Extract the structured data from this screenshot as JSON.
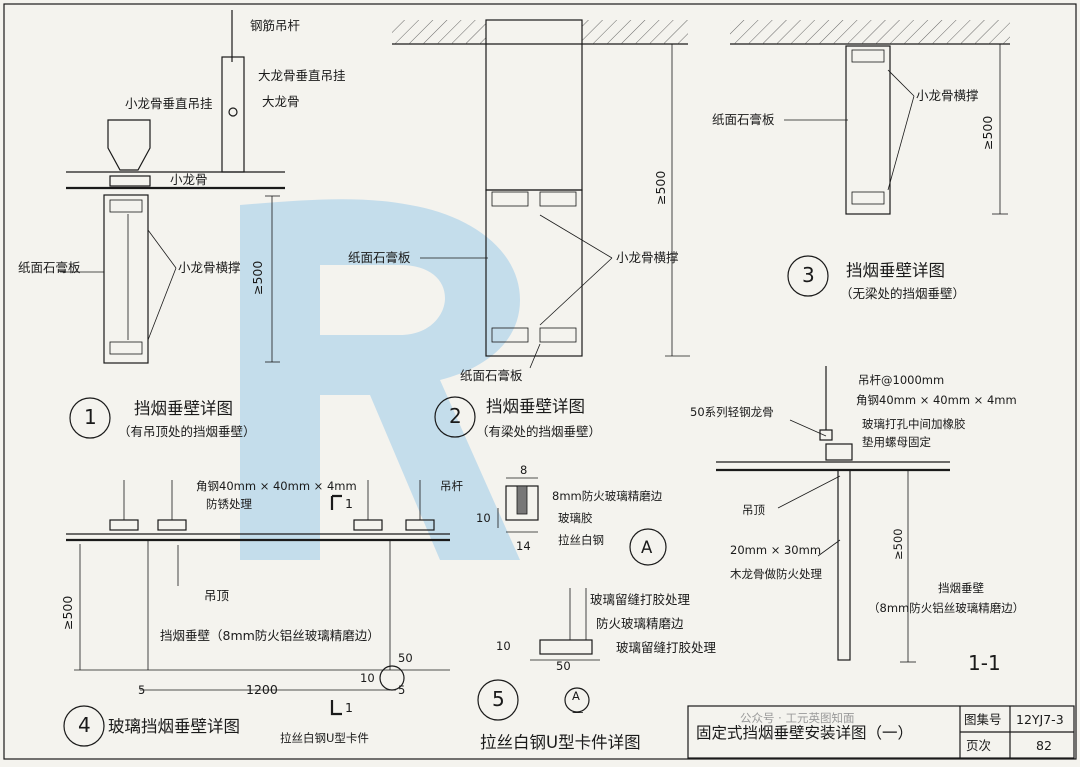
{
  "watermark": {
    "text": "R",
    "color": "#a8d0ea"
  },
  "detail1": {
    "labels": {
      "rebar_rod": "钢筋吊杆",
      "main_keel_hanger": "大龙骨垂直吊挂",
      "main_keel": "大龙骨",
      "sub_keel_hanger": "小龙骨垂直吊挂",
      "sub_keel": "小龙骨",
      "gypsum_board": "纸面石膏板",
      "sub_keel_brace": "小龙骨横撑",
      "dim": "≥500"
    },
    "number": "1",
    "title": "挡烟垂壁详图",
    "subtitle": "（有吊顶处的挡烟垂壁）"
  },
  "detail2": {
    "labels": {
      "gypsum_board_a": "纸面石膏板",
      "sub_keel_brace": "小龙骨横撑",
      "gypsum_board_b": "纸面石膏板",
      "dim": "≥500"
    },
    "number": "2",
    "title": "挡烟垂壁详图",
    "subtitle": "（有梁处的挡烟垂壁）"
  },
  "detail3": {
    "labels": {
      "sub_keel_brace": "小龙骨横撑",
      "gypsum_board": "纸面石膏板",
      "dim": "≥500"
    },
    "number": "3",
    "title": "挡烟垂壁详图",
    "subtitle": "（无梁处的挡烟垂壁）"
  },
  "section11": {
    "labels": {
      "hanger_rod": "吊杆@1000mm",
      "keel_50": "50系列轻钢龙骨",
      "angle_steel": "角钢40mm × 40mm × 4mm",
      "glass_drill_1": "玻璃打孔中间加橡胶",
      "glass_drill_2": "垫用螺母固定",
      "ceiling": "吊顶",
      "wood_keel_1": "20mm × 30mm",
      "wood_keel_2": "木龙骨做防火处理",
      "dim": "≥500",
      "smoke_wall": "挡烟垂壁",
      "smoke_wall_spec": "（8mm防火铝丝玻璃精磨边）"
    },
    "title": "1-1"
  },
  "detailA": {
    "labels": {
      "w8": "8",
      "glass": "8mm防火玻璃精磨边",
      "h10": "10",
      "glue": "玻璃胶",
      "w14": "14",
      "steel": "拉丝白钢"
    },
    "marker": "A"
  },
  "detail4": {
    "labels": {
      "angle_steel_1": "角钢40mm × 40mm × 4mm",
      "angle_steel_2": "防锈处理",
      "hanger": "吊杆",
      "section_mark": "1",
      "ceiling": "吊顶",
      "dim_v": "≥500",
      "smoke_wall": "挡烟垂壁（8mm防火铝丝玻璃精磨边）",
      "d5a": "5",
      "d1200": "1200",
      "d10": "10",
      "d50": "50",
      "d5b": "5",
      "clip": "拉丝白钢U型卡件",
      "section_mark_b": "1"
    },
    "number": "4",
    "title": "玻璃挡烟垂壁详图"
  },
  "detail5": {
    "labels": {
      "glue_a": "玻璃留缝打胶处理",
      "glass": "防火玻璃精磨边",
      "glue_b": "玻璃留缝打胶处理",
      "d10": "10",
      "d50": "50",
      "ref": "A",
      "ref_sub": "—"
    },
    "number": "5",
    "title": "拉丝白钢U型卡件详图"
  },
  "title_block": {
    "drawing_title": "固定式挡烟垂壁安装详图（一）",
    "atlas_label": "图集号",
    "atlas_no": "12YJ7-3",
    "page_label": "页次",
    "page_no": "82",
    "wechat": "公众号 · 工元英图知面"
  }
}
